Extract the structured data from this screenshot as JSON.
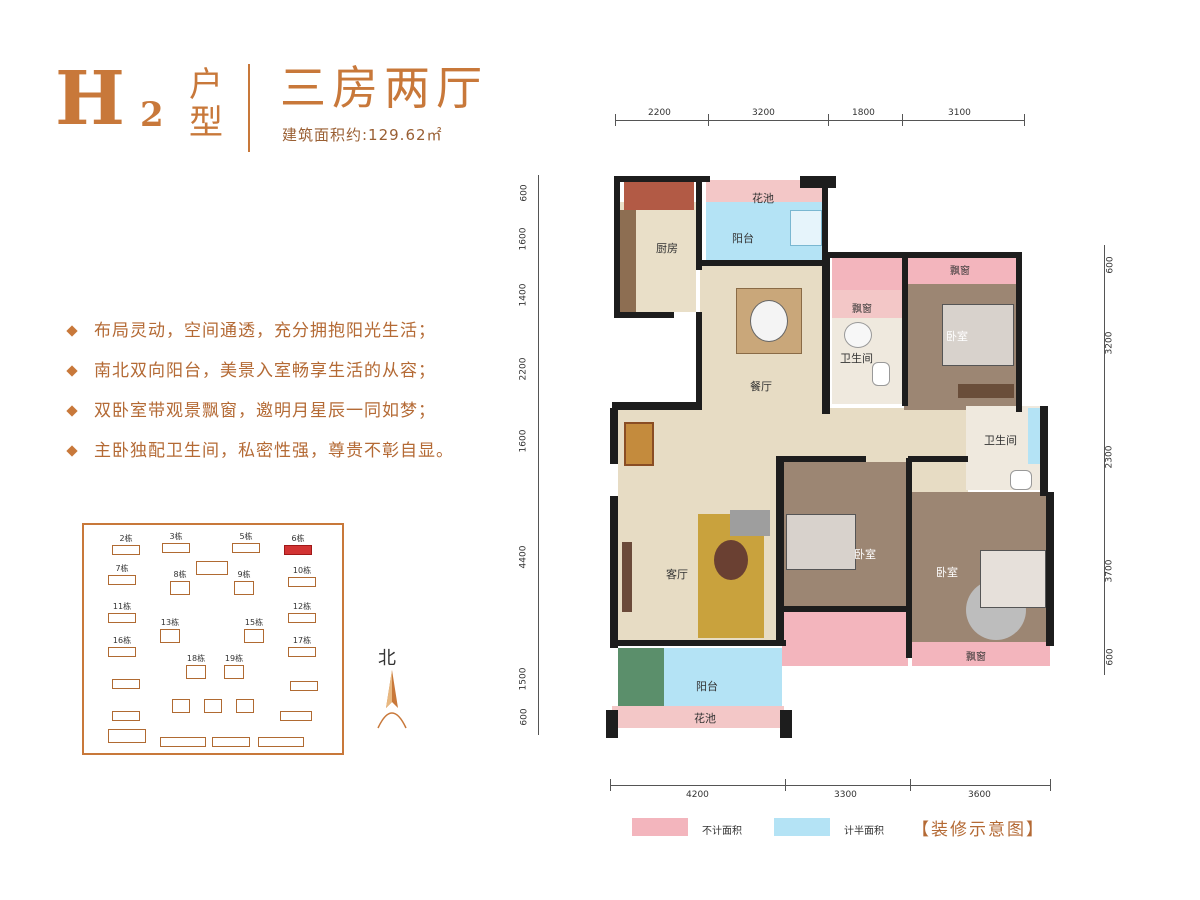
{
  "header": {
    "type_letter": "H",
    "type_number": "2",
    "type_word_1": "户",
    "type_word_2": "型",
    "layout_name": "三房两厅",
    "area": "建筑面积约:129.62㎡"
  },
  "features": [
    "布局灵动，空间通透，充分拥抱阳光生活；",
    "南北双向阳台，美景入室畅享生活的从容；",
    "双卧室带观景飘窗，邀明月星辰一同如梦；",
    "主卧独配卫生间，私密性强，尊贵不彰自显。"
  ],
  "site_plan": {
    "buildings": [
      {
        "label": "2栋",
        "selected": false
      },
      {
        "label": "3栋",
        "selected": false
      },
      {
        "label": "5栋",
        "selected": false
      },
      {
        "label": "6栋",
        "selected": true
      },
      {
        "label": "7栋",
        "selected": false
      },
      {
        "label": "8栋",
        "selected": false
      },
      {
        "label": "9栋",
        "selected": false
      },
      {
        "label": "10栋",
        "selected": false
      },
      {
        "label": "11栋",
        "selected": false
      },
      {
        "label": "12栋",
        "selected": false
      },
      {
        "label": "13栋",
        "selected": false
      },
      {
        "label": "15栋",
        "selected": false
      },
      {
        "label": "16栋",
        "selected": false
      },
      {
        "label": "17栋",
        "selected": false
      },
      {
        "label": "18栋",
        "selected": false
      },
      {
        "label": "19栋",
        "selected": false
      }
    ],
    "accent": "#d23333"
  },
  "compass": {
    "label": "北"
  },
  "dimensions": {
    "top": [
      "2200",
      "3200",
      "1800",
      "3100"
    ],
    "bottom": [
      "4200",
      "3300",
      "3600"
    ],
    "left": [
      "600",
      "1600",
      "1400",
      "2200",
      "1600",
      "4400",
      "1500",
      "600"
    ],
    "right": [
      "600",
      "3200",
      "2300",
      "3700",
      "600"
    ]
  },
  "rooms": {
    "kitchen": "厨房",
    "balcony_north": "阳台",
    "flower_bed_north": "花池",
    "dining": "餐厅",
    "bay_window_small": "飘窗",
    "bay_window_master": "飘窗",
    "bathroom_public": "卫生间",
    "bedroom_master": "卧室",
    "bathroom_master": "卫生间",
    "living": "客厅",
    "bedroom_middle": "卧室",
    "bedroom_right": "卧室",
    "bay_window_right": "飘窗",
    "balcony_south": "阳台",
    "flower_bed_south": "花池"
  },
  "legend": {
    "pink_label": "不计面积",
    "blue_label": "计半面积",
    "pink_color": "#f3b5bd",
    "blue_color": "#b4e3f5",
    "caption": "【装修示意图】"
  },
  "colors": {
    "accent": "#c8783a",
    "floor": "#e7dcc4",
    "wood": "#8a7360",
    "wall": "#1d1d1d"
  }
}
